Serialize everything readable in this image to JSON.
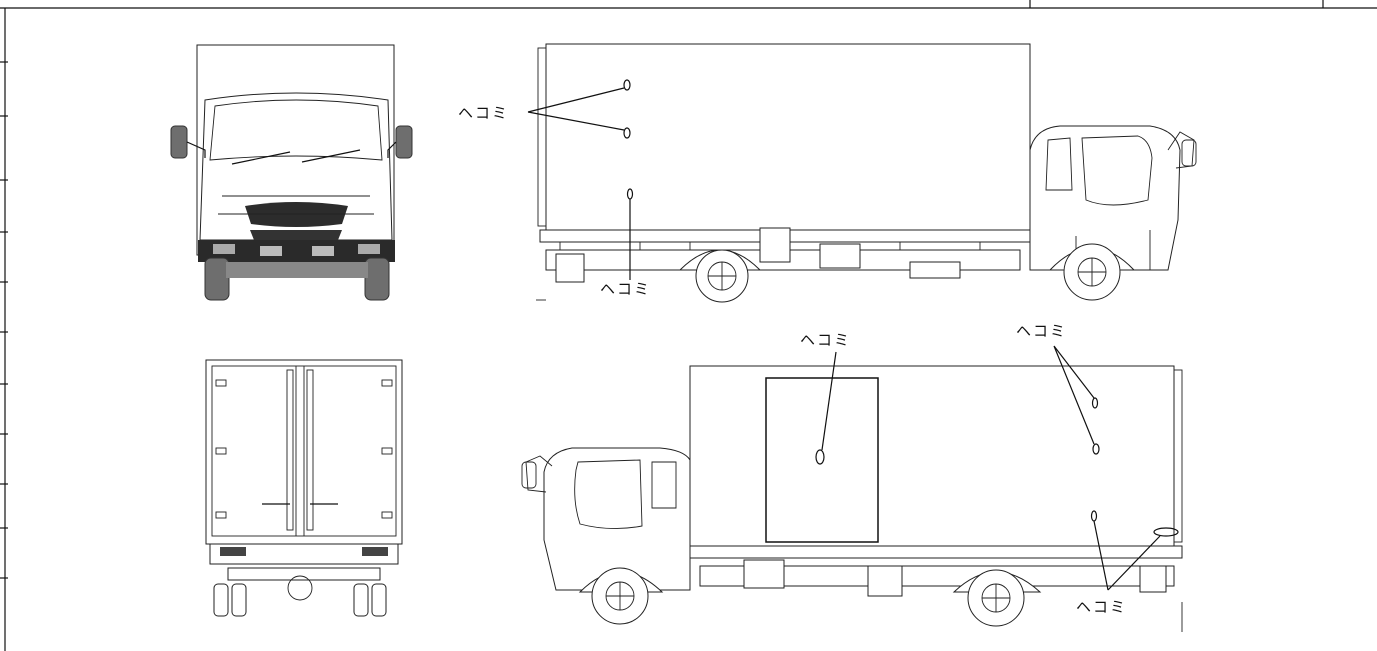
{
  "sheet": {
    "views": [
      "front",
      "left-side",
      "rear",
      "right-side"
    ]
  },
  "damage_marks": {
    "label": "ヘコミ",
    "callouts": [
      {
        "view": "left-side",
        "marks": 2,
        "note": "upper"
      },
      {
        "view": "left-side",
        "marks": 1,
        "note": "lower"
      },
      {
        "view": "right-side",
        "marks": 1,
        "note": "center panel"
      },
      {
        "view": "right-side",
        "marks": 2,
        "note": "upper rear"
      },
      {
        "view": "right-side",
        "marks": 2,
        "note": "lower rear"
      }
    ]
  },
  "colors": {
    "line": "#111111",
    "tire": "#6e6e6e",
    "background": "#ffffff"
  }
}
